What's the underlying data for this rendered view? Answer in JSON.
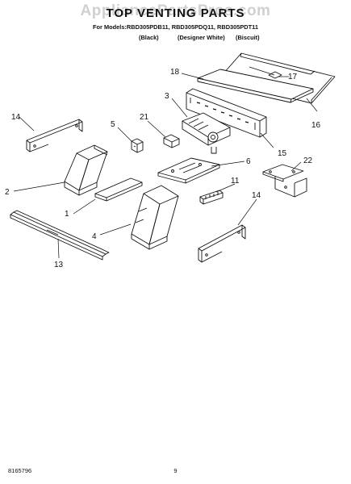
{
  "header": {
    "watermark": "AppliancePartsPros.com",
    "title": "TOP VENTING PARTS",
    "subtitle": "For Models:RBD305PDB11, RBD305PDQ11, RBD305PDT11",
    "variants": [
      "(Black)",
      "(Designer White)",
      "(Biscuit)"
    ]
  },
  "callouts": {
    "c1": "1",
    "c2": "2",
    "c3": "3",
    "c4": "4",
    "c5": "5",
    "c6": "6",
    "c11": "11",
    "c13": "13",
    "c14a": "14",
    "c14b": "14",
    "c15": "15",
    "c16": "16",
    "c17": "17",
    "c18": "18",
    "c21": "21",
    "c22": "22"
  },
  "footer": {
    "part_number": "8165796",
    "page": "9"
  },
  "colors": {
    "ink": "#111111",
    "watermark": "#969696"
  }
}
